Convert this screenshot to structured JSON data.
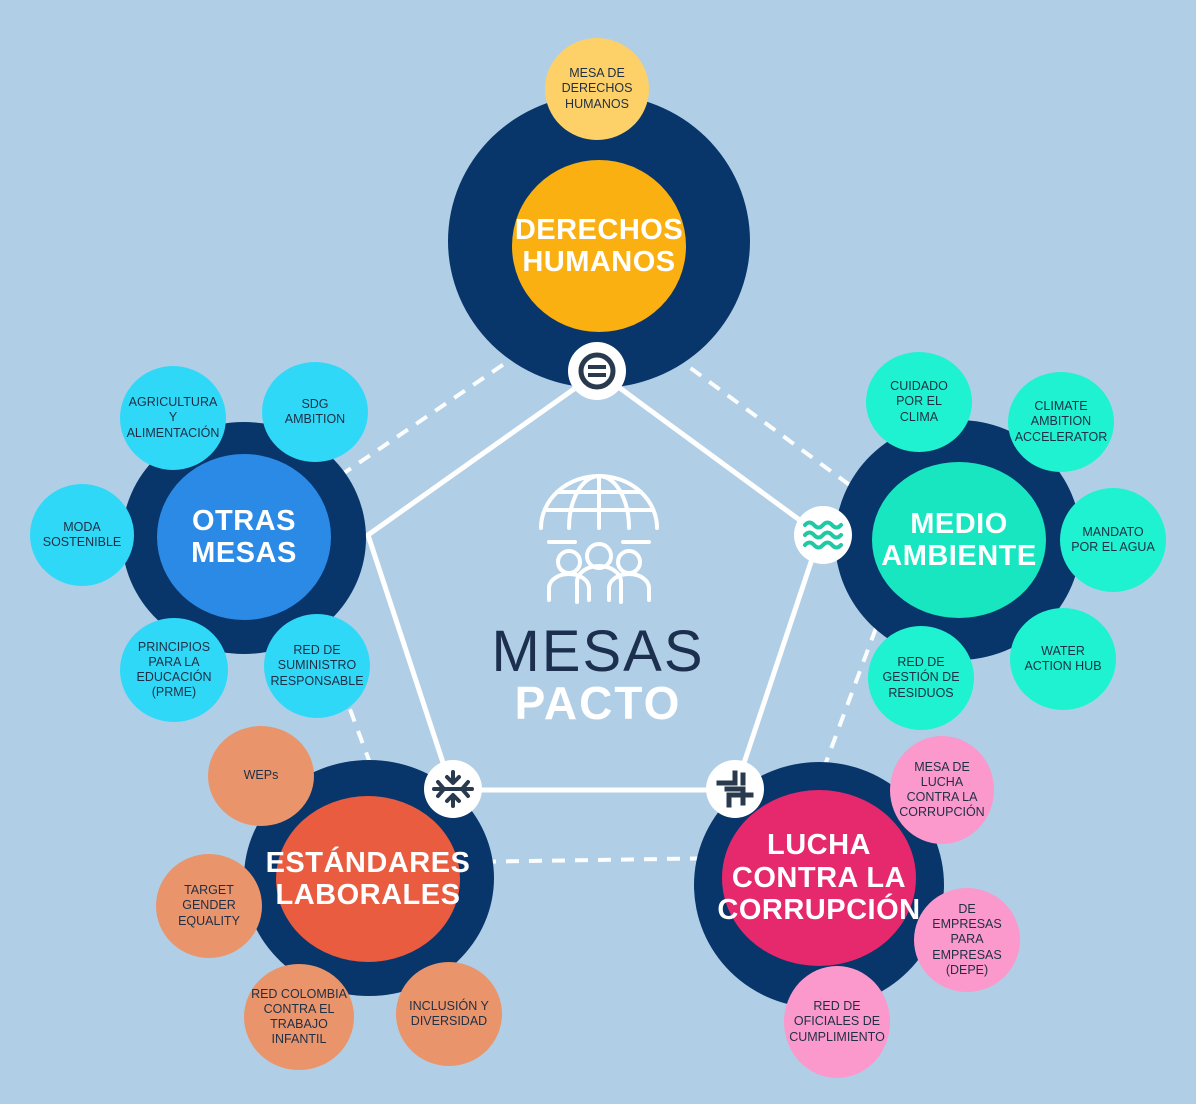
{
  "center": {
    "title_line1": "MESAS",
    "title_line2": "PACTO",
    "icon": "globe-people-icon"
  },
  "colors": {
    "background": "#b0cfe6",
    "ring": "#08356a",
    "connector": "#ffffff"
  },
  "pillars": [
    {
      "id": "derechos-humanos",
      "label": "DERECHOS\nHUMANOS",
      "color": "#fbb012",
      "badge_icon": "un-equals-icon",
      "satellites": [
        {
          "label": "MESA DE\nDERECHOS\nHUMANOS",
          "color": "#fdd068"
        }
      ]
    },
    {
      "id": "medio-ambiente",
      "label": "MEDIO\nAMBIENTE",
      "color": "#17e6c0",
      "badge_icon": "water-waves-icon",
      "satellites": [
        {
          "label": "CUIDADO\nPOR EL\nCLIMA",
          "color": "#1ef2d0"
        },
        {
          "label": "CLIMATE\nAMBITION\nACCELERATOR",
          "color": "#1ef2d0"
        },
        {
          "label": "MANDATO\nPOR EL AGUA",
          "color": "#1ef2d0"
        },
        {
          "label": "WATER\nACTION HUB",
          "color": "#1ef2d0"
        },
        {
          "label": "RED DE\nGESTIÓN DE\nRESIDUOS",
          "color": "#1ef2d0"
        }
      ]
    },
    {
      "id": "lucha-contra-la-corrupcion",
      "label": "LUCHA\nCONTRA LA\nCORRUPCIÓN",
      "color": "#e6286c",
      "badge_icon": "anti-corruption-icon",
      "satellites": [
        {
          "label": "MESA DE\nLUCHA\nCONTRA LA\nCORRUPCIÓN",
          "color": "#fb98cc"
        },
        {
          "label": "DE\nEMPRESAS\nPARA\nEMPRESAS\n(DEPE)",
          "color": "#fb98cc"
        },
        {
          "label": "RED DE\nOFICIALES DE\nCUMPLIMIENTO",
          "color": "#fb98cc"
        }
      ]
    },
    {
      "id": "estandares-laborales",
      "label": "ESTÁNDARES\nLABORALES",
      "color": "#e95c40",
      "badge_icon": "labor-arrows-icon",
      "satellites": [
        {
          "label": "WEPs",
          "color": "#e9946b"
        },
        {
          "label": "TARGET\nGENDER\nEQUALITY",
          "color": "#e9946b"
        },
        {
          "label": "RED COLOMBIA\nCONTRA EL\nTRABAJO\nINFANTIL",
          "color": "#e9946b"
        },
        {
          "label": "INCLUSIÓN Y\nDIVERSIDAD",
          "color": "#e9946b"
        }
      ]
    },
    {
      "id": "otras-mesas",
      "label": "OTRAS\nMESAS",
      "color": "#2a8ae6",
      "badge_icon": "",
      "satellites": [
        {
          "label": "AGRICULTURA\nY\nALIMENTACIÓN",
          "color": "#30d8f8"
        },
        {
          "label": "SDG\nAMBITION",
          "color": "#30d8f8"
        },
        {
          "label": "MODA\nSOSTENIBLE",
          "color": "#30d8f8"
        },
        {
          "label": "PRINCIPIOS\nPARA LA\nEDUCACIÓN\n(PRME)",
          "color": "#30d8f8"
        },
        {
          "label": "RED DE\nSUMINISTRO\nRESPONSABLE",
          "color": "#30d8f8"
        }
      ]
    }
  ]
}
